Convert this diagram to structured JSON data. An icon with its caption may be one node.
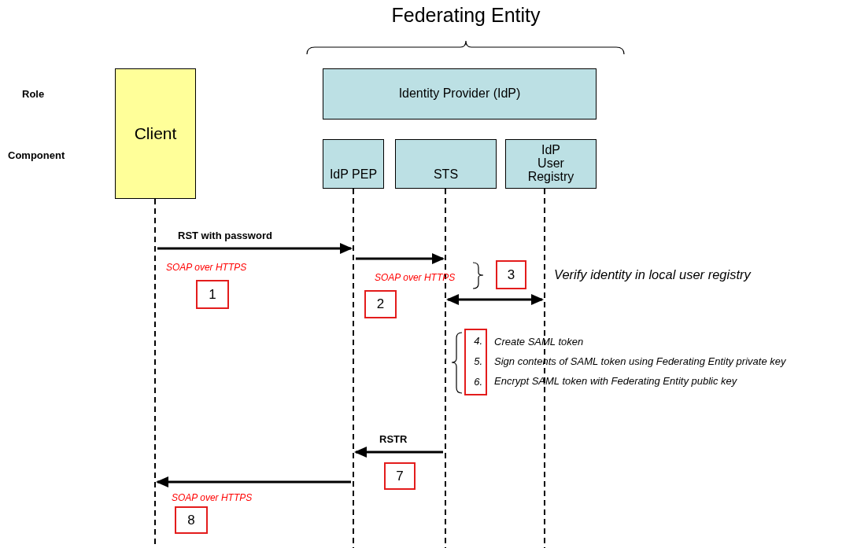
{
  "diagram": {
    "title": "Federating Entity",
    "nodes": [
      {
        "text": [
          "Client"
        ]
      },
      {
        "text": [
          "Identity Provider (IdP)"
        ]
      },
      {
        "text": [
          "IdP PEP"
        ]
      },
      {
        "text": [
          "STS"
        ]
      },
      {
        "text": [
          "IdP User Registry"
        ]
      },
      {
        "text": [],
        "shape": "line"
      },
      {
        "text": [],
        "shape": "line"
      },
      {
        "text": [],
        "shape": "line"
      },
      {
        "text": [],
        "shape": "line"
      },
      {
        "text": [
          "1"
        ]
      },
      {
        "text": [
          "2"
        ]
      },
      {
        "text": [
          "3"
        ]
      },
      {
        "text": [
          "4.",
          "5.",
          "6."
        ]
      },
      {
        "text": [
          "7"
        ]
      },
      {
        "text": [
          "8"
        ]
      }
    ],
    "edges": [
      {
        "from": 5,
        "to": 6,
        "arrow": "to",
        "label": "RST with password"
      },
      {
        "from": 6,
        "to": 7,
        "arrow": "to"
      },
      {
        "from": 7,
        "to": 8,
        "arrow": "both"
      },
      {
        "from": 7,
        "to": 6,
        "arrow": "to",
        "label": "RSTR"
      },
      {
        "from": 6,
        "to": 5,
        "arrow": "to"
      }
    ],
    "labels": [
      "Role",
      "Component",
      "SOAP over HTTPS",
      "Verify identity in local user registry",
      "SOAP over HTTPS",
      "Create SAML token",
      "Sign contents of  SAML token using Federating Entity private key",
      "Encrypt SAML token with Federating Entity public key",
      "SOAP over HTTPS"
    ]
  }
}
